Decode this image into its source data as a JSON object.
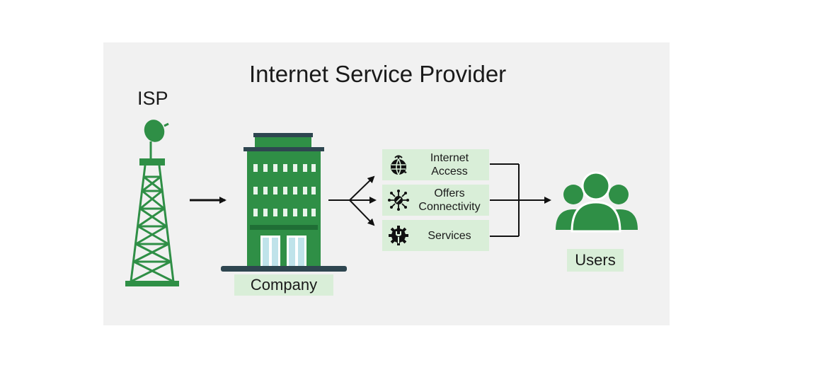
{
  "title": "Internet Service Provider",
  "isp_label": "ISP",
  "company_label": "Company",
  "users_label": "Users",
  "services": [
    {
      "label": "Internet\nAccess",
      "icon": "globe-signal-icon"
    },
    {
      "label": "Offers\nConnectivity",
      "icon": "network-hub-icon"
    },
    {
      "label": "Services",
      "icon": "gear-wrench-icon"
    }
  ],
  "colors": {
    "green": "#2f8f46",
    "dark_green": "#1f6e35",
    "light_green_box": "#d9eed8",
    "panel_bg": "#f1f1f1",
    "window": "#e8f4ea",
    "base": "#2e4650",
    "arrow": "#111111"
  }
}
